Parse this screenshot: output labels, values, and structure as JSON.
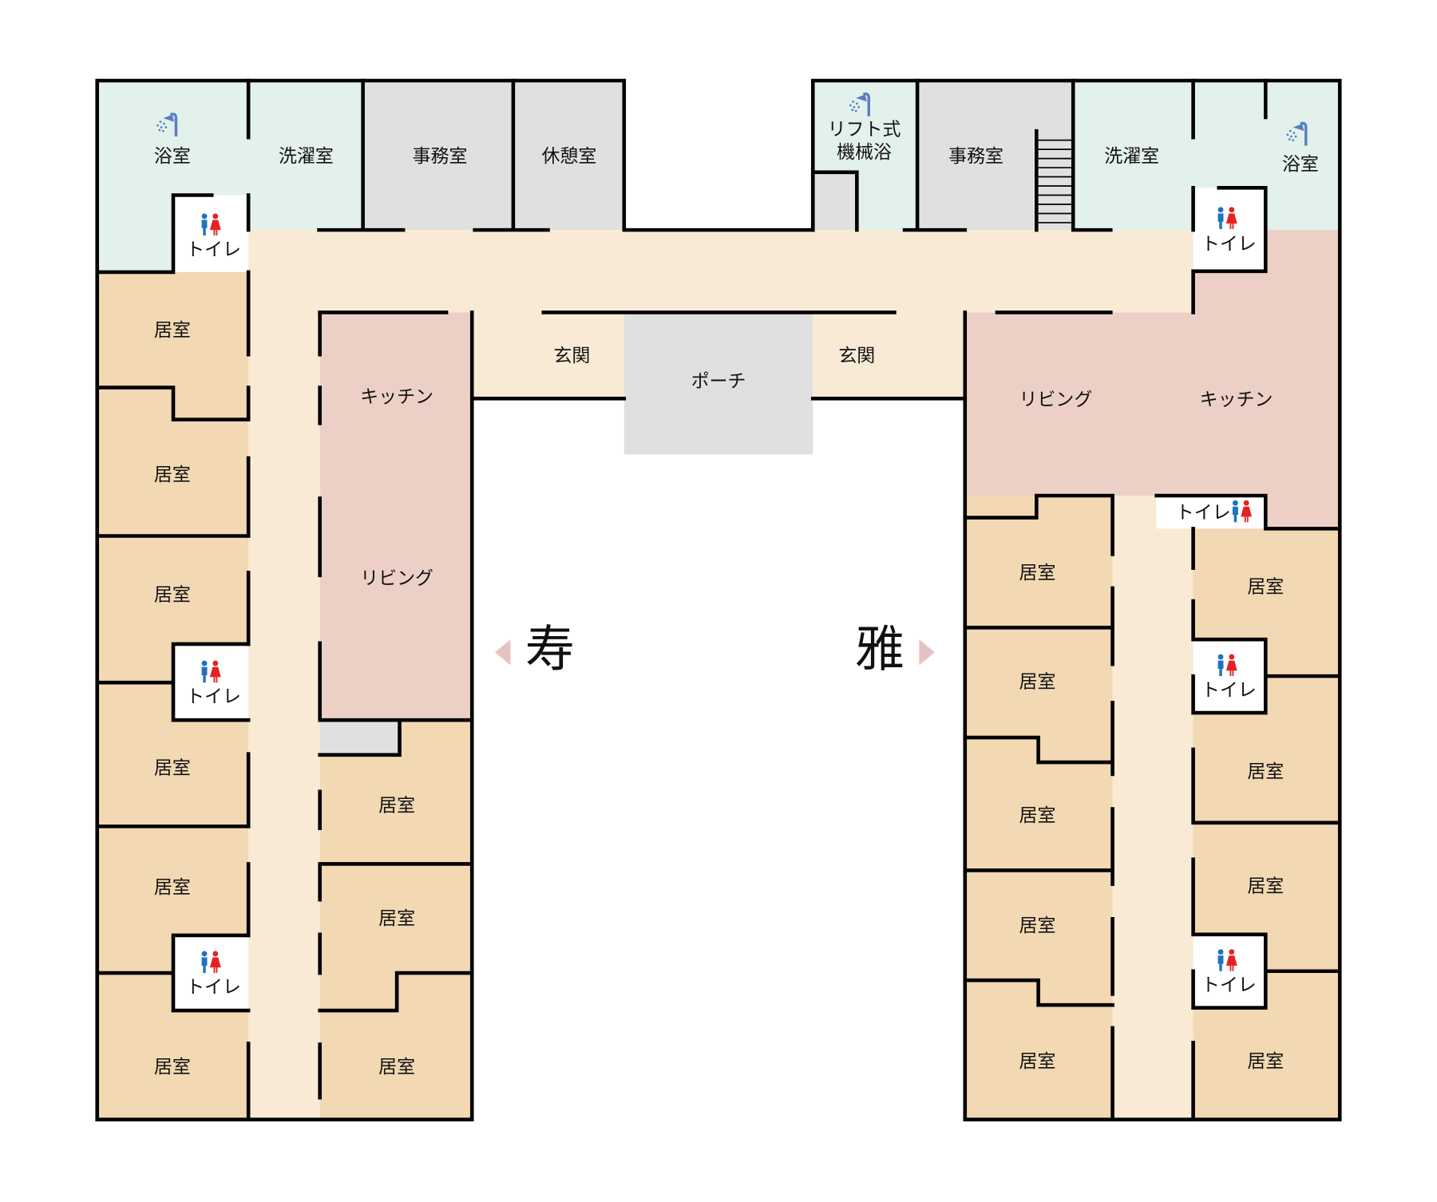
{
  "labels": {
    "bath": "浴室",
    "laundry": "洗濯室",
    "office": "事務室",
    "break_room": "休憩室",
    "lift_bath_1": "リフト式",
    "lift_bath_2": "機械浴",
    "toilet": "トイレ",
    "resident_room": "居室",
    "kitchen": "キッチン",
    "living": "リビング",
    "entrance": "玄関",
    "porch": "ポーチ"
  },
  "wings": {
    "left": "寿",
    "right": "雅"
  },
  "colors": {
    "wet_area": "#e3f1ec",
    "service": "#e0e0e0",
    "corridor": "#f9ead6",
    "room": "#f2d8b3",
    "common": "#ecd0c6",
    "arrow": "#e6c3c3",
    "male": "#1e73be",
    "female": "#e52222",
    "shower": "#5b7fc4"
  }
}
